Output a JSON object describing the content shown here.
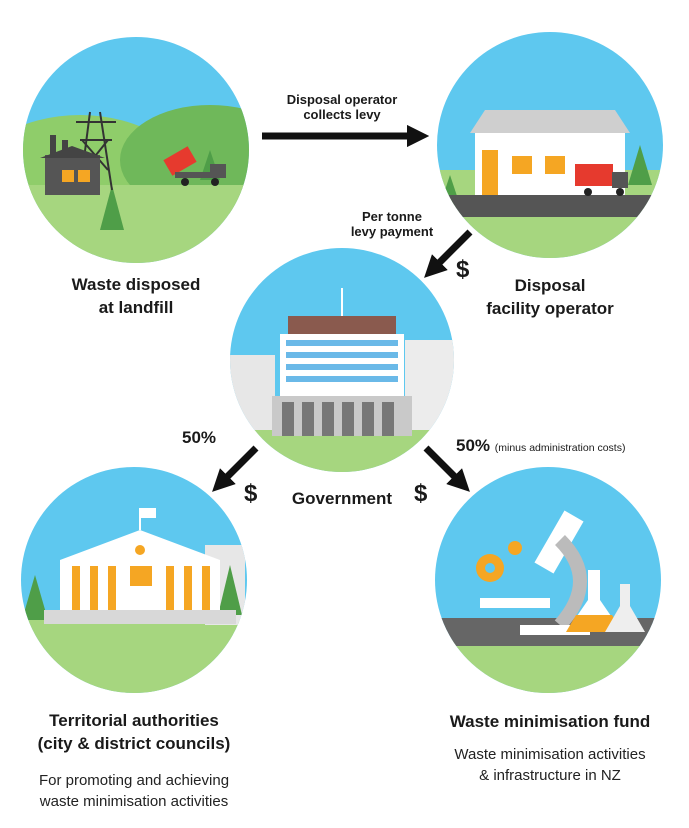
{
  "nodes": {
    "landfill": {
      "title_line1": "Waste disposed",
      "title_line2": "at landfill"
    },
    "operator": {
      "title_line1": "Disposal",
      "title_line2": "facility operator"
    },
    "government": {
      "title": "Government"
    },
    "councils": {
      "title_line1": "Territorial authorities",
      "title_line2": "(city & district councils)",
      "desc_line1": "For promoting and achieving",
      "desc_line2": "waste minimisation activities"
    },
    "fund": {
      "title": "Waste minimisation fund",
      "desc_line1": "Waste minimisation activities",
      "desc_line2": "& infrastructure in NZ"
    }
  },
  "flows": {
    "collect": {
      "line1": "Disposal operator",
      "line2": "collects levy"
    },
    "payment": {
      "line1": "Per tonne",
      "line2": "levy payment",
      "symbol": "$"
    },
    "to_councils": {
      "share": "50%",
      "symbol": "$"
    },
    "to_fund": {
      "share": "50%",
      "note": "(minus administration costs)",
      "symbol": "$"
    }
  },
  "colors": {
    "sky": "#5ec8ef",
    "hill": "#8fcd6a",
    "grass": "#a6d67f",
    "tree": "#4f9e48",
    "arrow": "#111111",
    "accent": "#f5a623",
    "truck_red": "#e63a2e",
    "road": "#555555"
  }
}
